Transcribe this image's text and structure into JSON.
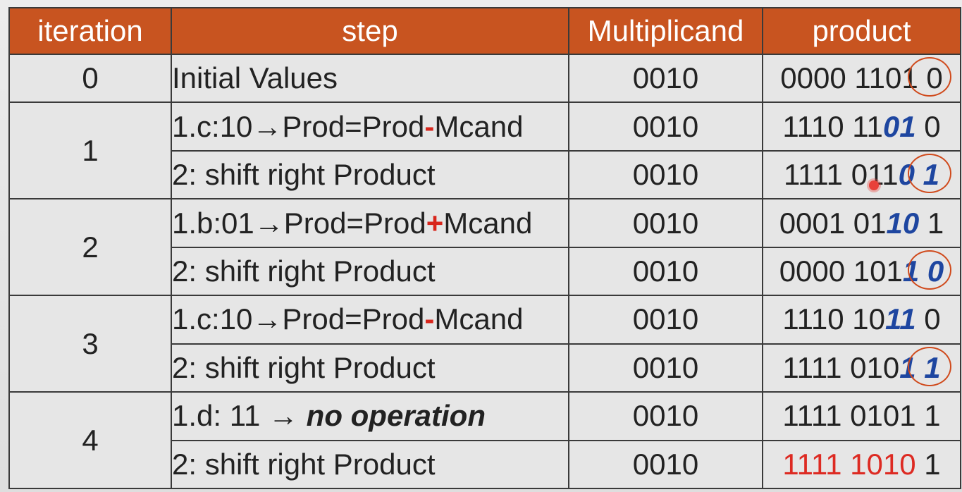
{
  "headers": {
    "iteration": "iteration",
    "step": "step",
    "multiplicand": "Multiplicand",
    "product": "product"
  },
  "rows": [
    {
      "iteration": "0",
      "step": "Initial Values",
      "mcand": "0010",
      "prod_a": "0000 1101",
      "prod_b": "0"
    },
    {
      "iteration": "1",
      "step_prefix": "1.c:10→Prod=Prod",
      "op": "-",
      "step_suffix": "Mcand",
      "mcand": "0010",
      "prod_a": "1110 11",
      "prod_bits": "01",
      "prod_b": " 0"
    },
    {
      "step": "2: shift right Product",
      "mcand": "0010",
      "prod_a": "1111 011",
      "prod_bits": "0 1"
    },
    {
      "iteration": "2",
      "step_prefix": "1.b:01→Prod=Prod",
      "op": "+",
      "step_suffix": "Mcand",
      "mcand": "0010",
      "prod_a": "0001 01",
      "prod_bits": "10",
      "prod_b": " 1"
    },
    {
      "step": "2: shift right Product",
      "mcand": "0010",
      "prod_a": "0000 101",
      "prod_bits": "1 0"
    },
    {
      "iteration": "3",
      "step_prefix": "1.c:10→Prod=Prod",
      "op": "-",
      "step_suffix": "Mcand",
      "mcand": "0010",
      "prod_a": "1110 10",
      "prod_bits": "11",
      "prod_b": " 0"
    },
    {
      "step": "2: shift right Product",
      "mcand": "0010",
      "prod_a": "1111 010",
      "prod_bits": "1 1"
    },
    {
      "iteration": "4",
      "step_prefix": "1.d: 11 → ",
      "step_em": "no operation",
      "mcand": "0010",
      "prod": "1111 0101 1"
    },
    {
      "step": "2: shift right Product",
      "mcand": "0010",
      "prod_red": "1111 1010",
      "prod_b": " 1"
    }
  ]
}
